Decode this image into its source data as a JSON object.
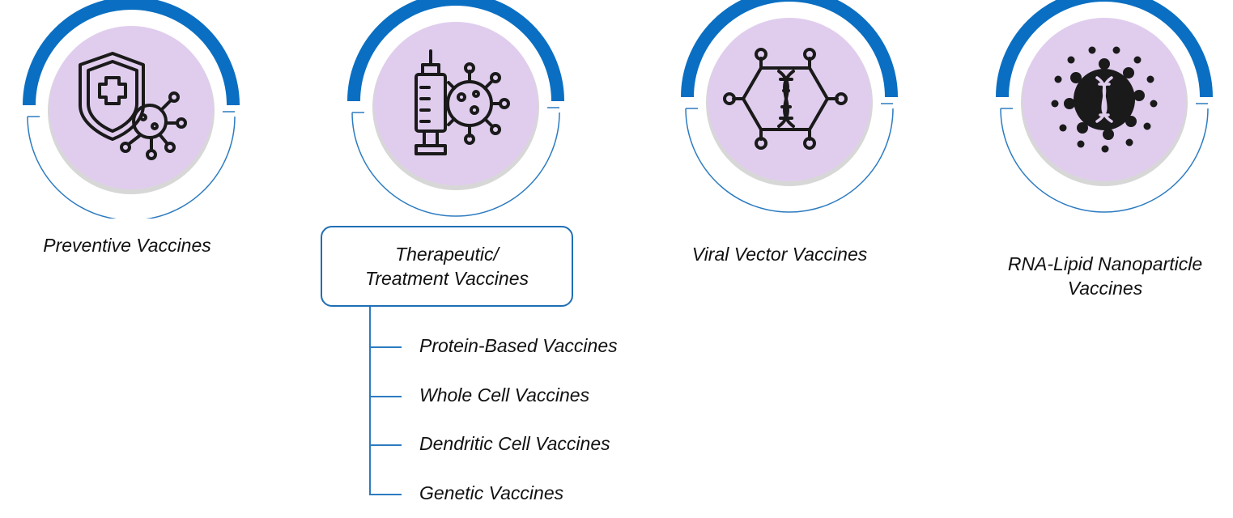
{
  "categories": [
    {
      "id": "preventive",
      "label": "Preventive Vaccines",
      "icon": "shield-virus-icon"
    },
    {
      "id": "therapeutic",
      "label": "Therapeutic/ Treatment Vaccines",
      "icon": "syringe-virus-icon"
    },
    {
      "id": "viral-vector",
      "label": "Viral Vector Vaccines",
      "icon": "dna-hexagon-icon"
    },
    {
      "id": "rna-lipid",
      "label": "RNA-Lipid Nanoparticle Vaccines",
      "icon": "dna-nanoparticle-icon"
    }
  ],
  "therapeutic_subtypes": [
    "Protein-Based Vaccines",
    "Whole Cell Vaccines",
    "Dendritic Cell Vaccines",
    "Genetic Vaccines"
  ],
  "colors": {
    "arc": "#0a6fc2",
    "thin_ring": "#2c7bc0",
    "disc": "#e0cdee",
    "disc_shadow": "#bdbdbd",
    "icon": "#1a1a1a"
  }
}
